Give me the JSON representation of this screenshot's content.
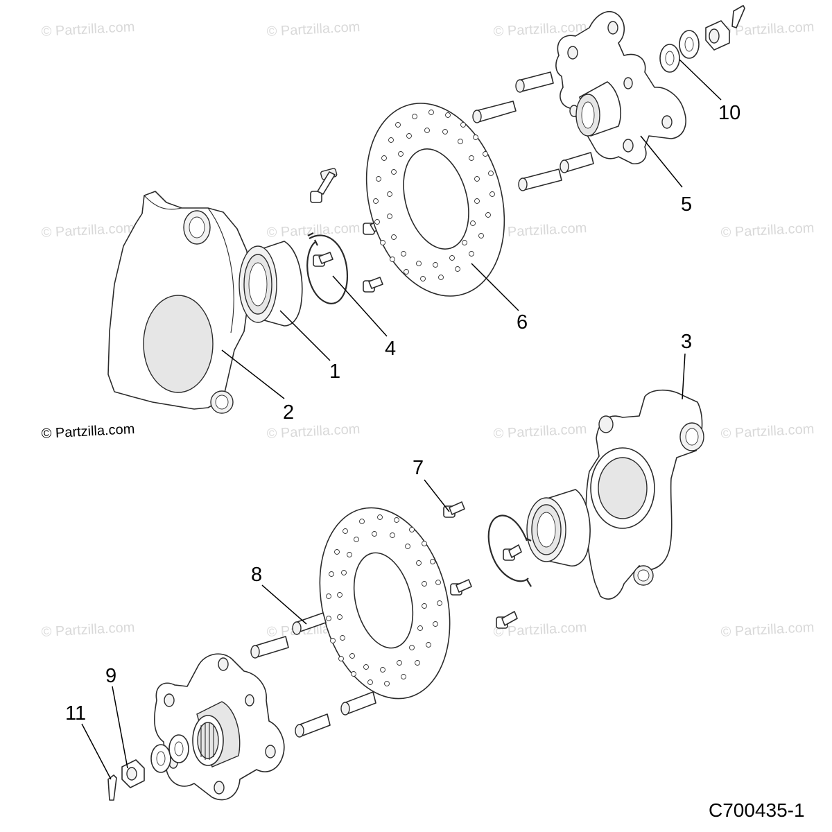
{
  "watermark_text": "© Partzilla.com",
  "copyright_text": "© Partzilla.com",
  "diagram_code": "C700435-1",
  "callouts": {
    "c1": "1",
    "c2": "2",
    "c3": "3",
    "c4": "4",
    "c5": "5",
    "c6": "6",
    "c7": "7",
    "c8": "8",
    "c9": "9",
    "c10": "10",
    "c11": "11"
  }
}
